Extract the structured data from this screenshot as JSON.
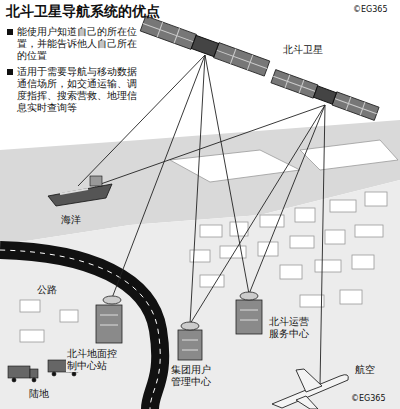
{
  "diagram": {
    "title": "北斗卫星导航系统的优点",
    "labels": [
      "能使用户知道自己的所在位置，并能告诉他人自己所在的位置",
      "适用于需要导航与移动数据通信场所，如交通运输、调度指挥、搜索营救、地理信息实时查询等",
      "©EG365",
      "北斗卫星",
      "海洋",
      "公路",
      "北斗地面控制中心站",
      "集团用户管理中心",
      "北斗运营服务中心",
      "航空",
      "陆地",
      "©EG365"
    ]
  }
}
